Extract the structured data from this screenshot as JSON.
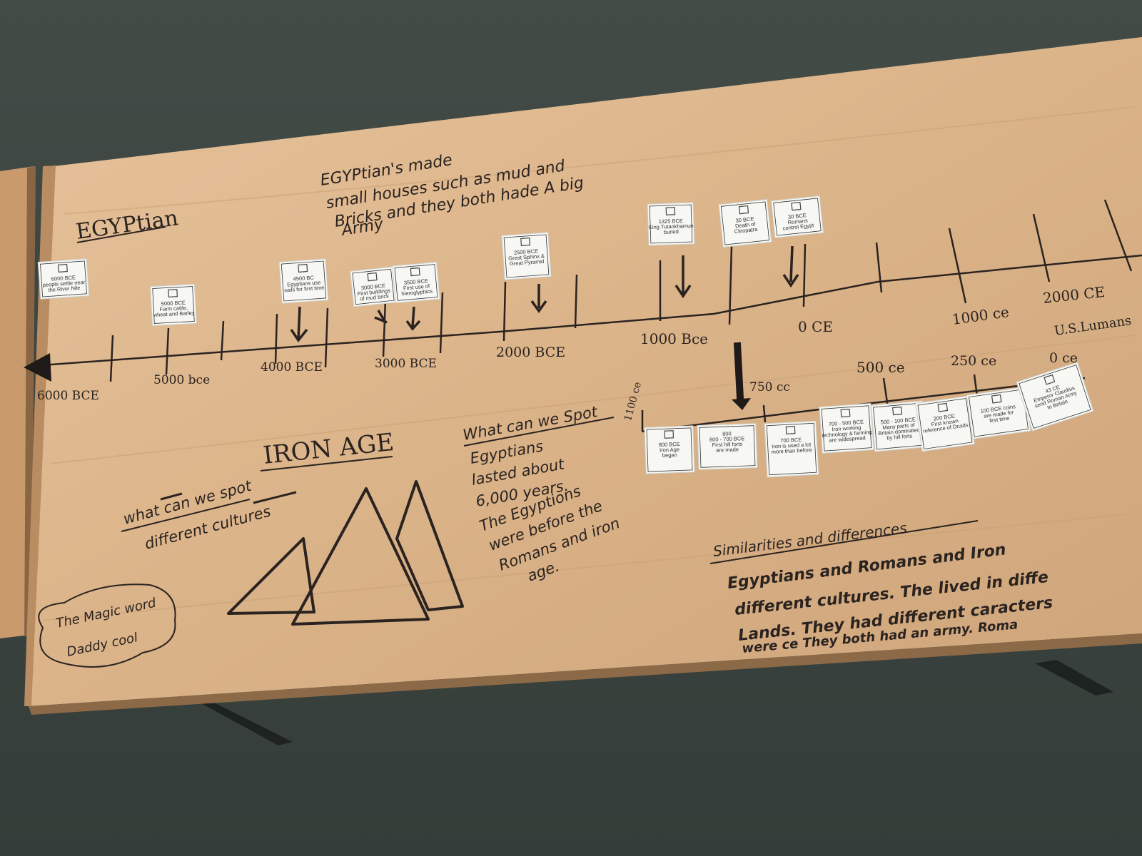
{
  "board": {
    "title": "EGYPtian",
    "note_lines": [
      "EGYPtian's made",
      "small houses such as mud and",
      "Bricks and they both hade A big",
      "Army"
    ],
    "iron_age_heading": "IRON AGE",
    "diff_question": [
      "what can we spot",
      "different cultures"
    ],
    "what_heading": "What can we Spot",
    "egypt_notes": [
      "Egyptians",
      "lasted about",
      "6,000 years.",
      "The Egyptions",
      "were before the",
      "Romans and iron",
      "age."
    ],
    "magic_word": [
      "The Magic word",
      "Daddy cool"
    ],
    "similar_heading": "Similarities and differences",
    "similar_lines": [
      "Egyptians and Romans and Iron",
      "different cultures. The lived in diffe",
      "Lands. They had different caracters",
      "were ce They both had an army. Roma"
    ]
  },
  "timeline_top": {
    "labels": [
      "6000 BCE",
      "5000 bce",
      "4000 BCE",
      "3000 BCE",
      "2000 BCE",
      "1000 Bce",
      "0 CE",
      "1000 ce",
      "2000 CE",
      "U.S.Lumans"
    ]
  },
  "timeline_bottom": {
    "labels": [
      "1100 ce",
      "750 cc",
      "500 ce",
      "250 ce",
      "0 ce"
    ]
  },
  "cards_top": [
    {
      "text": [
        "6000 BCE",
        "people settle near",
        "the River Nile"
      ],
      "icon": "boat-icon"
    },
    {
      "text": [
        "5000 BCE",
        "Farm cattle,",
        "wheat and Barley"
      ],
      "icon": "wheat-icon"
    },
    {
      "text": [
        "4500 BC",
        "Egyptians use",
        "sails for first time"
      ],
      "icon": "ship-icon"
    },
    {
      "text": [
        "3000 BCE",
        "First buildings",
        "of mud brick"
      ],
      "icon": "house-icon"
    },
    {
      "text": [
        "3500 BCE",
        "First use of",
        "hieroglyphics"
      ],
      "icon": "hieroglyph-icon"
    },
    {
      "text": [
        "2500 BCE",
        "Great Sphinx &",
        "Great Pyramid"
      ],
      "icon": "pyramid-icon"
    },
    {
      "text": [
        "1325 BCE",
        "King Tutankhamun",
        "buried"
      ],
      "icon": "mask-icon"
    },
    {
      "text": [
        "30 BCE",
        "Death of",
        "Cleopatra"
      ],
      "icon": "crown-icon"
    },
    {
      "text": [
        "30 BCE",
        "Romans",
        "control Egypt"
      ],
      "icon": "soldiers-icon"
    }
  ],
  "cards_bottom": [
    {
      "text": [
        "800 BCE",
        "Iron Age",
        "began"
      ],
      "icon": "tools-icon"
    },
    {
      "text": [
        "800",
        "800 - 700 BCE",
        "First hill forts",
        "are made"
      ],
      "icon": ""
    },
    {
      "text": [
        "700 BCE",
        "Iron is used a lot",
        "more than before"
      ],
      "icon": "sword-icon"
    },
    {
      "text": [
        "700 - 500 BCE",
        "Iron working",
        "technology & farming",
        "are widespread"
      ],
      "icon": "farmer-icon"
    },
    {
      "text": [
        "500 - 100 BCE",
        "Many parts of",
        "Britain dominated",
        "by hill forts"
      ],
      "icon": "hillfort-icon"
    },
    {
      "text": [
        "200 BCE",
        "First known",
        "reference of Druids"
      ],
      "icon": "druid-icon"
    },
    {
      "text": [
        "100 BCE coins",
        "are made for",
        "first time"
      ],
      "icon": "coins-icon"
    },
    {
      "text": [
        "43 CE",
        "Emperor Claudius",
        "send Roman Army",
        "to Britain"
      ],
      "icon": "emperor-icon"
    }
  ],
  "colors": {
    "floor": "#3c4541",
    "desk": "#dbb389",
    "marker": "#2a2320",
    "card": "#f7f7f4"
  }
}
